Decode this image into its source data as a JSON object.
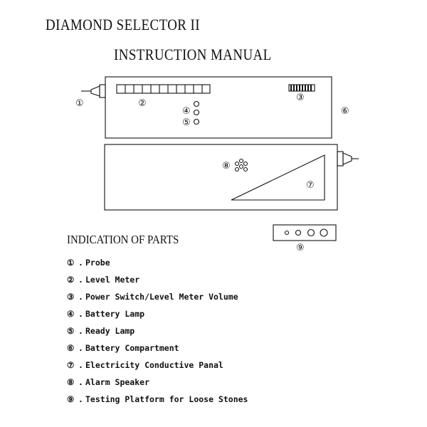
{
  "header": {
    "title": "DIAMOND SELECTOR II",
    "subtitle": "INSTRUCTION MANUAL"
  },
  "diagram": {
    "markers": [
      "①",
      "②",
      "③",
      "④",
      "⑤",
      "⑥",
      "⑦",
      "⑧",
      "⑨"
    ]
  },
  "parts": {
    "heading": "INDICATION OF PARTS",
    "items": [
      {
        "num": "①",
        "label": "Probe"
      },
      {
        "num": "②",
        "label": "Level Meter"
      },
      {
        "num": "③",
        "label": "Power Switch/Level Meter Volume"
      },
      {
        "num": "④",
        "label": "Battery Lamp"
      },
      {
        "num": "⑤",
        "label": "Ready Lamp"
      },
      {
        "num": "⑥",
        "label": "Battery Compartment"
      },
      {
        "num": "⑦",
        "label": "Electricity Conductive Panal"
      },
      {
        "num": "⑧",
        "label": "Alarm Speaker"
      },
      {
        "num": "⑨",
        "label": "Testing Platform for Loose Stones"
      }
    ]
  }
}
